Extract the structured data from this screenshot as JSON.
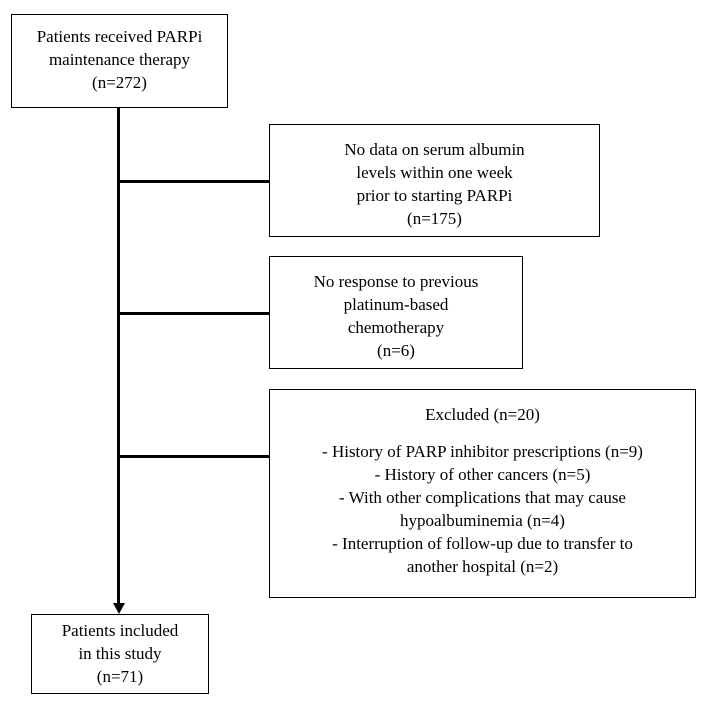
{
  "start_box": {
    "lines": [
      "Patients received PARPi",
      "maintenance therapy",
      "(n=272)"
    ]
  },
  "exclusion_1": {
    "lines": [
      "No data on serum albumin",
      "levels within one week",
      "prior to starting PARPi",
      "(n=175)"
    ]
  },
  "exclusion_2": {
    "lines": [
      "No response to previous",
      "platinum-based",
      "chemotherapy",
      "(n=6)"
    ]
  },
  "exclusion_3": {
    "title": "Excluded (n=20)",
    "items": [
      "-   History of PARP inhibitor prescriptions (n=9)",
      "-   History of other cancers (n=5)",
      "-   With other complications that may cause",
      "hypoalbuminemia (n=4)",
      "-   Interruption of follow-up due to transfer to",
      "another hospital (n=2)"
    ]
  },
  "end_box": {
    "lines": [
      "Patients included",
      "in this study",
      "(n=71)"
    ]
  }
}
